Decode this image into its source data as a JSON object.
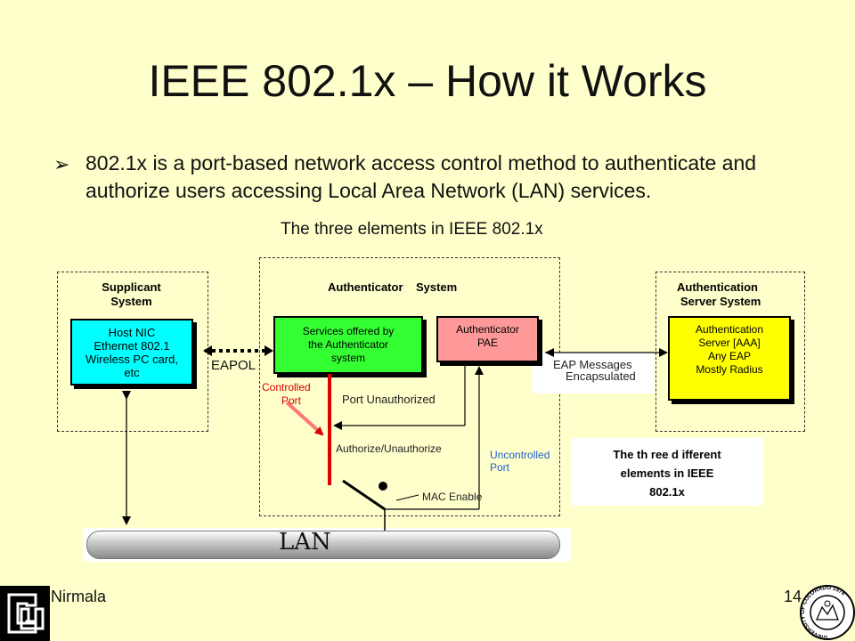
{
  "slide": {
    "title": "IEEE 802.1x – How it Works",
    "bullet_glyph": "➢",
    "bullet": "802.1x is a port-based network access control method to authenticate and authorize users accessing Local Area Network (LAN) services.",
    "footer_name": "Nirmala",
    "page_number": "14"
  },
  "diagram": {
    "caption": "The three elements in IEEE 802.1x",
    "supplicant_header": [
      "Supplicant",
      "System"
    ],
    "authenticator_header": "Authenticator    System",
    "auth_server_header": [
      "Authentication",
      "Server System"
    ],
    "host_nic": [
      "Host NIC",
      "Ethernet 802.1",
      "Wireless PC card,",
      "etc"
    ],
    "services": [
      "Services offered by",
      "the Authenticator",
      "system"
    ],
    "pae": [
      "Authenticator",
      "PAE"
    ],
    "auth_server": [
      "Authentication",
      "Server [AAA]",
      "Any EAP",
      "Mostly Radius"
    ],
    "eapol": "EAPOL",
    "eap_messages": [
      "EAP Messages",
      "Encapsulated"
    ],
    "controlled_port": [
      "Controlled",
      "Port"
    ],
    "port_unauthorized": "Port Unauthorized",
    "authorize_unauthorize": "Authorize/Unauthorize",
    "uncontrolled_port": [
      "Uncontrolled",
      "Port"
    ],
    "mac_enable": "MAC Enable",
    "lan": "LAN",
    "note": [
      "The th ree d ifferent",
      "elements in IEEE",
      "802.1x"
    ]
  },
  "colors": {
    "background": "#FFFFCC",
    "host_nic": "#00FFFF",
    "services": "#33FF33",
    "pae": "#FF9999",
    "auth_server": "#FFFF00",
    "controlled_port": "#DD0000",
    "uncontrolled_port": "#1F5FD0"
  },
  "logos": {
    "left": "cu-logo-icon",
    "right": "university-seal-icon",
    "seal_text": "UNIVERSITY OF COLORADO 1876"
  }
}
